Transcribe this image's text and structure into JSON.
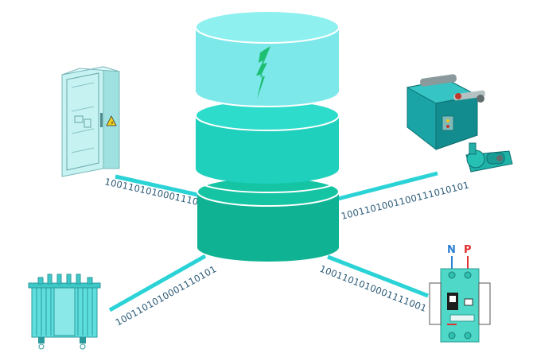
{
  "links": {
    "top_left": "10011010100011101010",
    "top_right": "1001101001100111010101",
    "bottom_left": "1001101010001110101",
    "bottom_right": "1001101010001111001"
  },
  "breaker": {
    "neutral_label": "N",
    "phase_label": "P"
  },
  "colors": {
    "top_cylinder": "#7de8ea",
    "middle_cylinder": "#1fd0bd",
    "bottom_cylinder": "#0fb393",
    "link_line": "#2bd3d6",
    "bits_text": "#2b5a78",
    "neutral": "#2a7fd4",
    "phase": "#e03030"
  }
}
